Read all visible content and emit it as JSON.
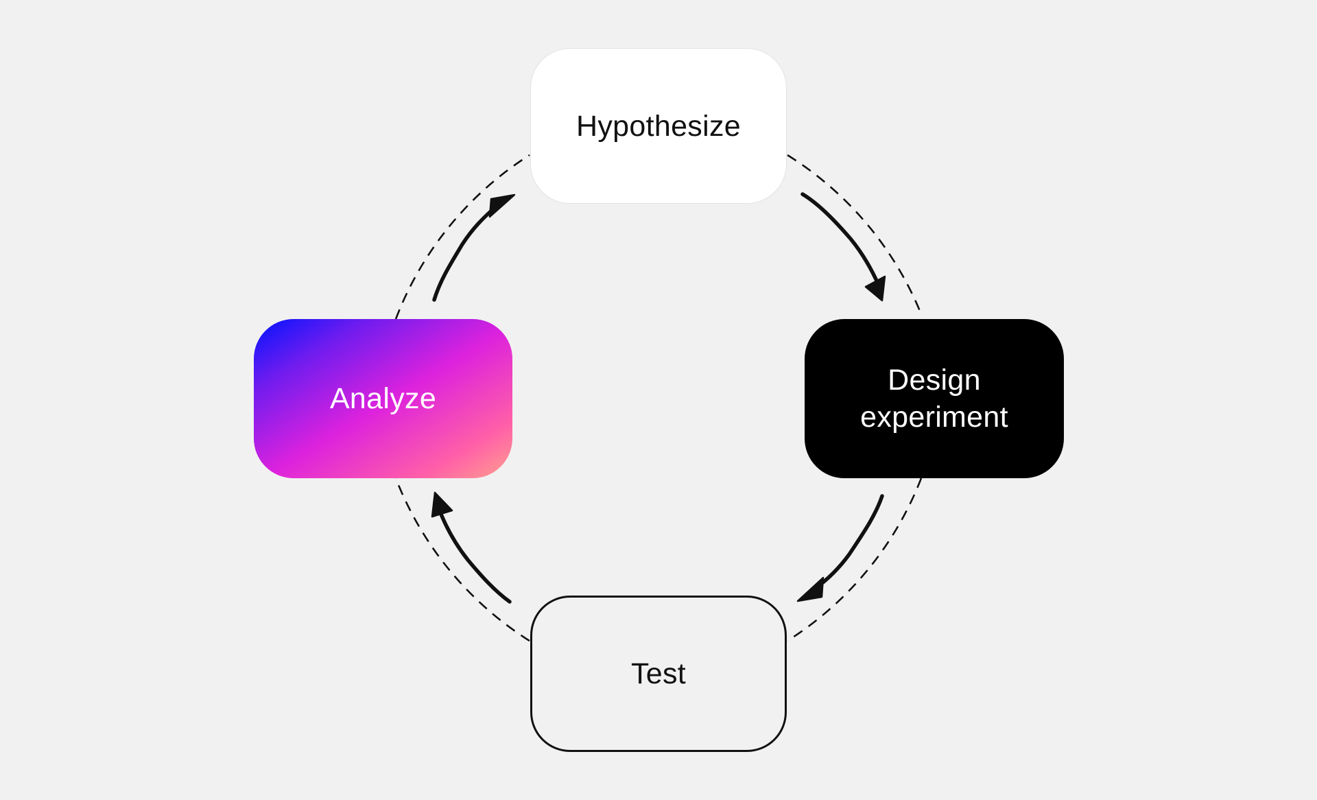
{
  "diagram": {
    "type": "cycle",
    "nodes": [
      {
        "id": "hypothesize",
        "label": "Hypothesize"
      },
      {
        "id": "design",
        "label": "Design\nexperiment"
      },
      {
        "id": "test",
        "label": "Test"
      },
      {
        "id": "analyze",
        "label": "Analyze"
      }
    ],
    "edges": [
      {
        "from": "hypothesize",
        "to": "design"
      },
      {
        "from": "design",
        "to": "test"
      },
      {
        "from": "test",
        "to": "analyze"
      },
      {
        "from": "analyze",
        "to": "hypothesize"
      }
    ],
    "colors": {
      "background": "#f1f1f1",
      "ring": "#111111",
      "arrow": "#111111",
      "gradient_start": "#0014ff",
      "gradient_end": "#ffa08e"
    }
  }
}
